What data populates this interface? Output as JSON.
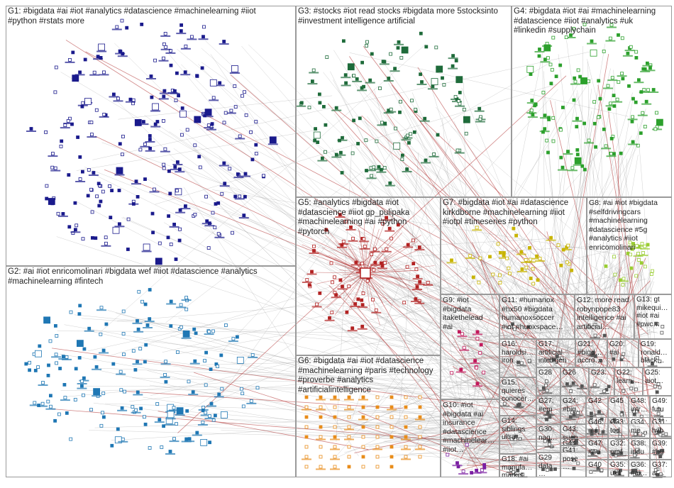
{
  "title": "",
  "colors": {
    "border": "#9a9a9a",
    "edge": "#8a8a8a",
    "edge_red": "#b03030",
    "G1": "#1a1a8c",
    "G2": "#1f77b4",
    "G3": "#1e6b3a",
    "G4": "#2ca02c",
    "G5": "#b22222",
    "G6": "#e88c1a",
    "G7": "#c8b400",
    "G8": "#9acd32",
    "G9": "#c2185b",
    "G10": "#7b1fa2"
  },
  "groups": [
    {
      "id": "G1",
      "label": "G1: #bigdata #ai #iot #analytics #datascience #machinelearning #iiot\n#python #rstats more"
    },
    {
      "id": "G2",
      "label": "G2: #ai #iot enricomolinari #bigdata wef #iiot #datascience #analytics\n#machinelearning #fintech"
    },
    {
      "id": "G3",
      "label": "G3: #stocks #iot read stocks #bigdata more 5stocksinto\n#investment intelligence artificial"
    },
    {
      "id": "G4",
      "label": "G4: #bigdata #iot #ai #machinelearning\n#datascience #iiot #analytics #uk\n#linkedin #supplychain"
    },
    {
      "id": "G5",
      "label": "G5: #analytics #bigdata #iot\n#datascience #iiot gp_pulipaka\n#machinelearning #ai #python\n#pytorch"
    },
    {
      "id": "G6",
      "label": "G6: #bigdata #ai #iot #datascience\n#machinelearning #paris #technology\n#proverbe #analytics\n#artificialintelligence"
    },
    {
      "id": "G7",
      "label": "G7: #bigdata #iot #ai #datascience\nkirkdborne #machinelearning #iiot\n#iotpl #timeseries #python"
    },
    {
      "id": "G8",
      "label": "G8: #ai #iot #bigdata\n#selfdrivingcars\n#machinelearning\n#datascience #5g\n#analytics #iiot\nenricomolinari"
    },
    {
      "id": "G9",
      "label": "G9: #iot\n#bigdata\nitakethelead\n#ai"
    },
    {
      "id": "G10",
      "label": "G10: #iot\n#bigdata #ai\ninsurance\n#datascience\n#machinelear…\n#iiot…"
    },
    {
      "id": "G11",
      "label": "G11: #humanox\n#hx50 #bigdata\nhumanoxsoccer\n#iot #huoxspace…"
    },
    {
      "id": "G12",
      "label": "G12: more read\nrobynpope83\nintelligence #ai\nartificial…"
    },
    {
      "id": "G13",
      "label": "G13: gt\nmikequi…\n#iot #ai\n#pwc…"
    },
    {
      "id": "G15",
      "label": "G15:\nquieres\nconocer…"
    },
    {
      "id": "G16",
      "label": "G16:\nharoldsi…\niron"
    },
    {
      "id": "G17",
      "label": "G17:\nartificial\nintelligen…"
    },
    {
      "id": "G18",
      "label": "G18: #ai\nmanufa…\nmarket…"
    },
    {
      "id": "G19",
      "label": "G19:\nronald…\nblack…"
    },
    {
      "id": "G20",
      "label": "G20:\n#ai"
    },
    {
      "id": "G21",
      "label": "G21:\n#bigd…\naccro…"
    },
    {
      "id": "G22",
      "label": "G22:\nlearn…"
    },
    {
      "id": "G23",
      "label": "G23:"
    },
    {
      "id": "G24",
      "label": "G24:\n#big…"
    },
    {
      "id": "G25",
      "label": "G25:\naiot…"
    },
    {
      "id": "G26",
      "label": "G26"
    },
    {
      "id": "G27",
      "label": "G27:\n#em…"
    },
    {
      "id": "G28",
      "label": "G28"
    },
    {
      "id": "G29",
      "label": "G29\ndata…"
    },
    {
      "id": "G30",
      "label": "G30:\nnag…"
    },
    {
      "id": "G31",
      "label": "G31:\nhyb…"
    },
    {
      "id": "G32",
      "label": "G32:\nprof"
    },
    {
      "id": "G33",
      "label": "G33:\ntod…"
    },
    {
      "id": "G34",
      "label": "G34:\nme…"
    },
    {
      "id": "G35",
      "label": "G35:\nux1…"
    },
    {
      "id": "G36",
      "label": "G36:\n#ai…"
    },
    {
      "id": "G37",
      "label": "G37:\nai…"
    },
    {
      "id": "G38",
      "label": "G38:\nindu…"
    },
    {
      "id": "G39",
      "label": "G39:\n#hu…"
    },
    {
      "id": "G40",
      "label": "G40"
    },
    {
      "id": "G41",
      "label": "G41:\npose…"
    },
    {
      "id": "G42",
      "label": "G42"
    },
    {
      "id": "G43",
      "label": "G43:\nsuen…"
    },
    {
      "id": "G44",
      "label": "G44:…"
    },
    {
      "id": "G45",
      "label": "G45"
    },
    {
      "id": "G46",
      "label": "G46:\nméj…"
    },
    {
      "id": "G47",
      "label": "G47:\n#no…"
    },
    {
      "id": "G48",
      "label": "G48:\nintr…"
    },
    {
      "id": "G49",
      "label": "G49:\nfutu…"
    },
    {
      "id": "G14",
      "label": "G14:\nsiblings\nultra…"
    }
  ]
}
